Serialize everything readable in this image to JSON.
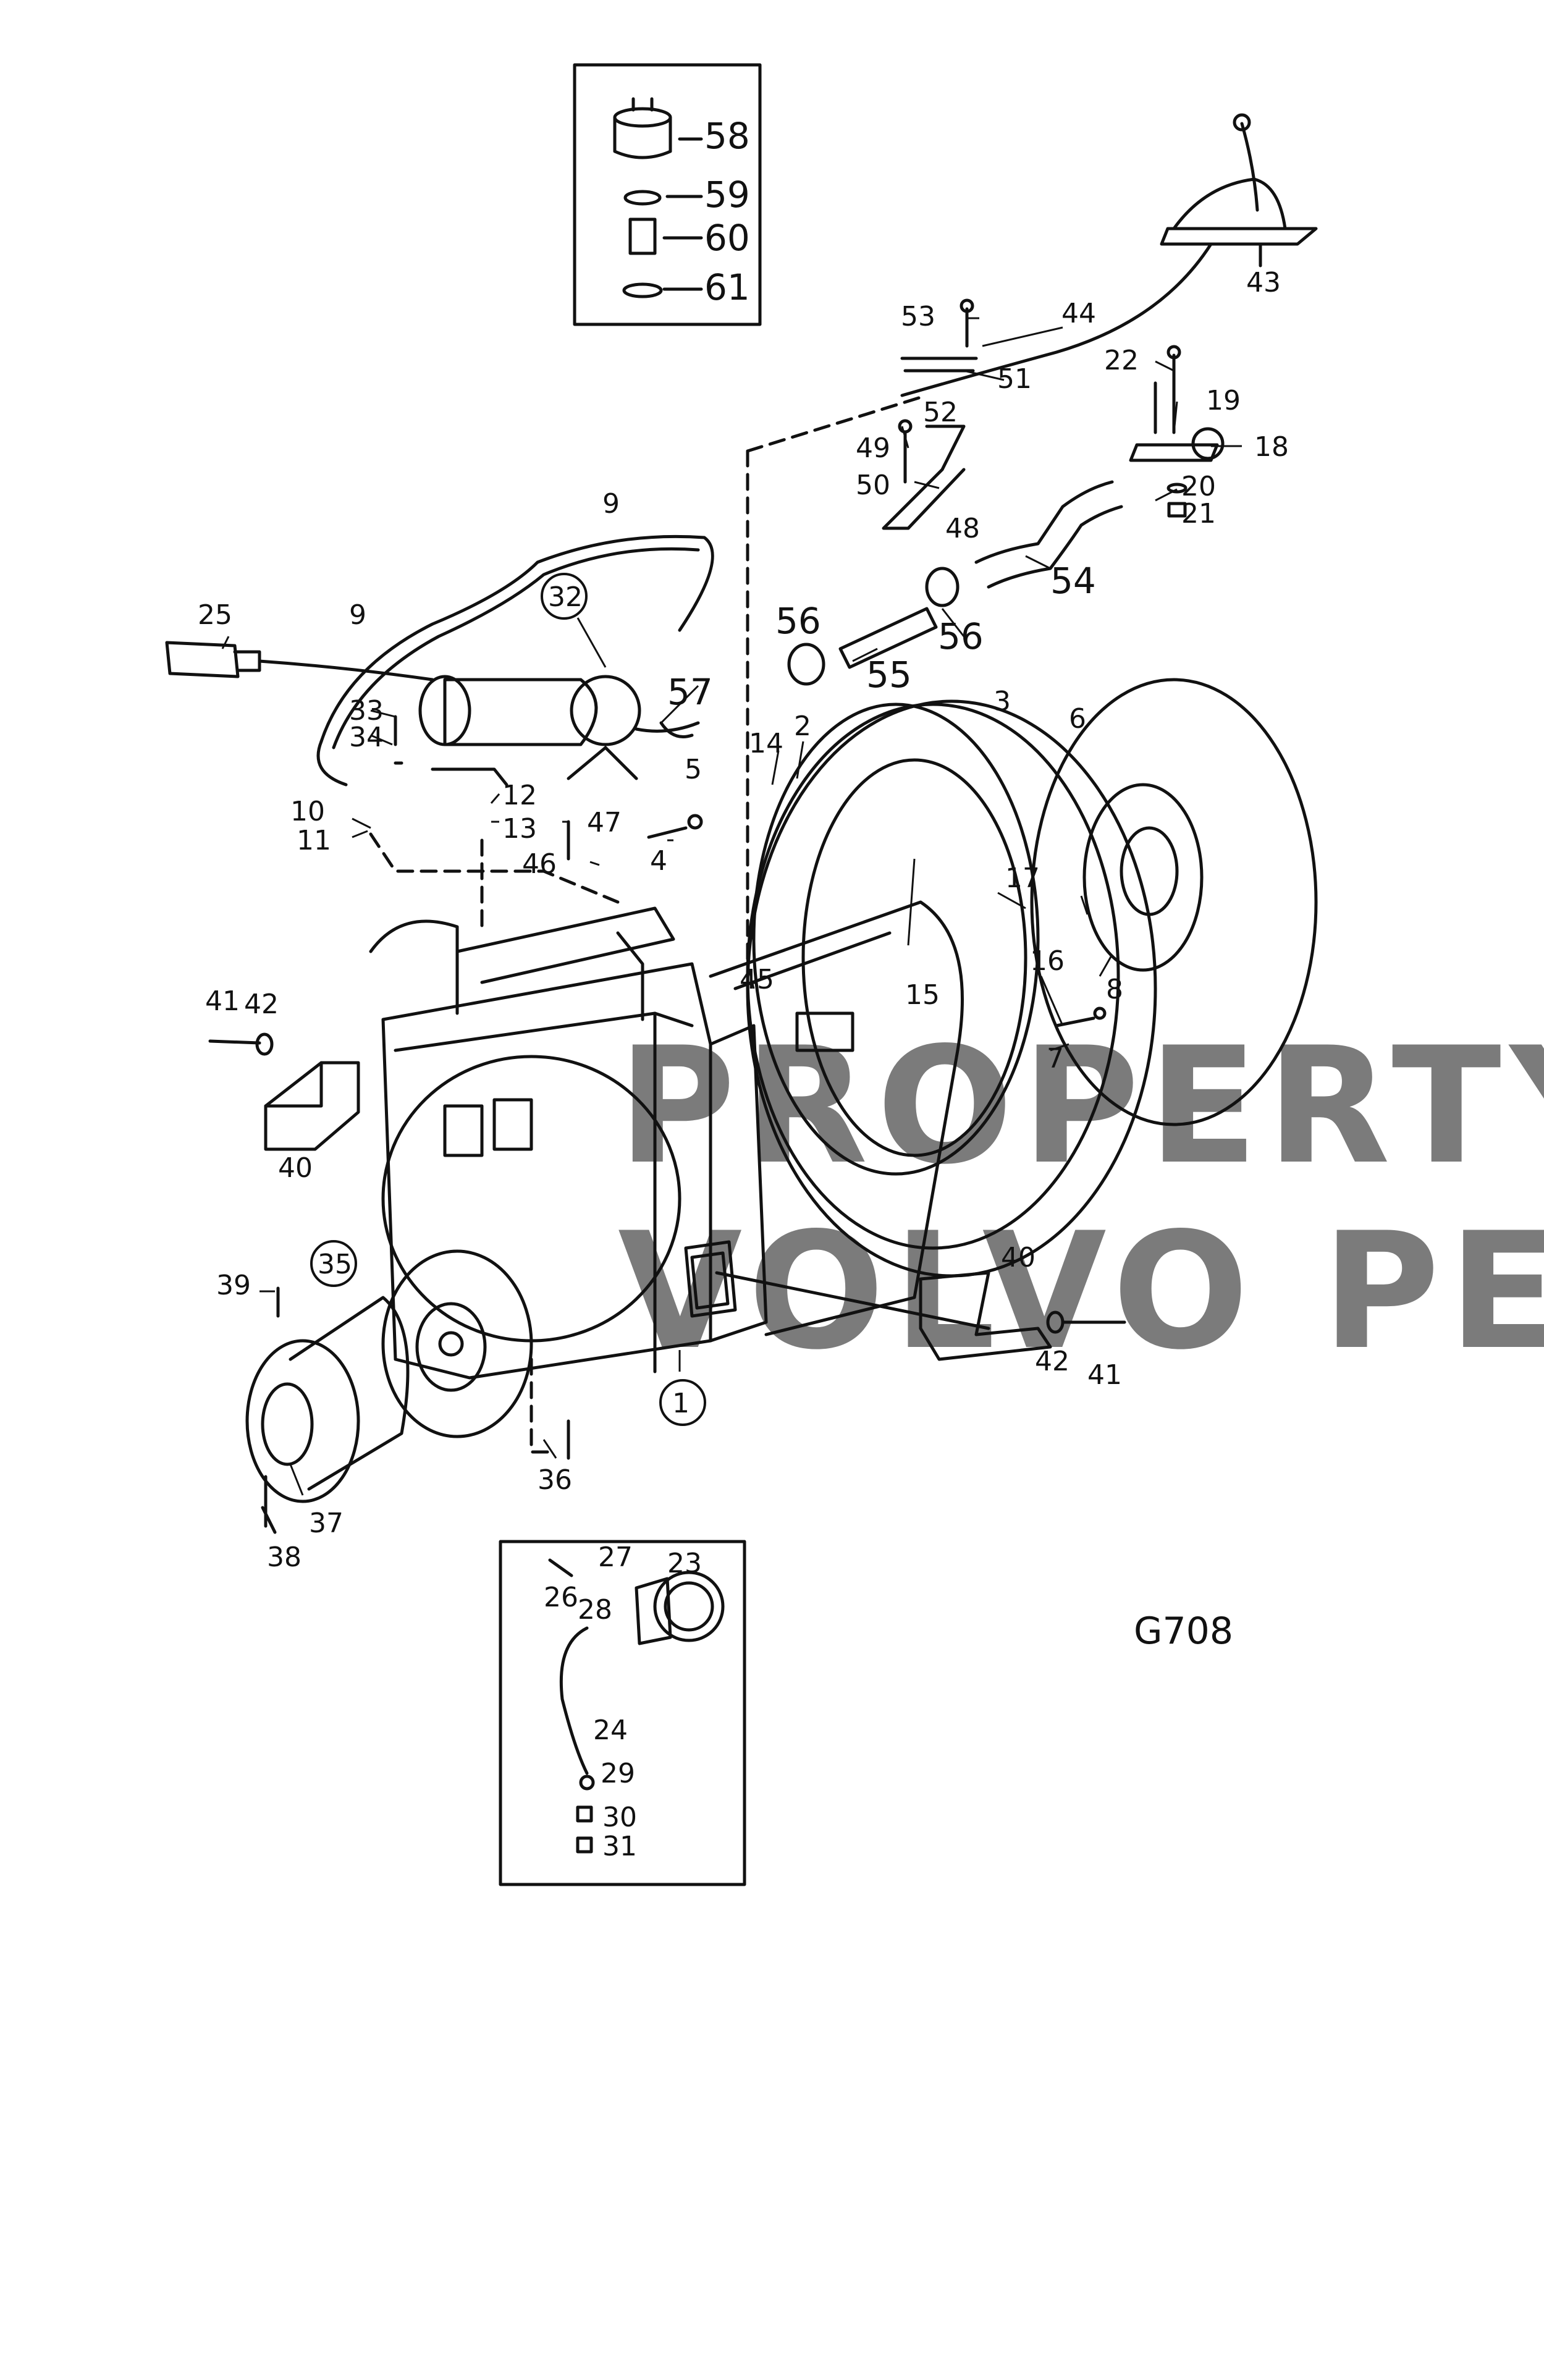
{
  "diagram": {
    "figure_number": "G708",
    "watermark": [
      "PROPERTY OF",
      "VOLVO PENTA"
    ],
    "colors": {
      "ink": "#111111",
      "paper": "#ffffff",
      "watermark": "#c9c9c9"
    },
    "callouts": {
      "n1": "1",
      "n2": "2",
      "n3": "3",
      "n4": "4",
      "n5": "5",
      "n6": "6",
      "n7": "7",
      "n8": "8",
      "n9a": "9",
      "n9b": "9",
      "n10": "10",
      "n11": "11",
      "n12": "12",
      "n13": "13",
      "n14": "14",
      "n15": "15",
      "n16": "16",
      "n17": "17",
      "n18": "18",
      "n19": "19",
      "n20": "20",
      "n21": "21",
      "n22": "22",
      "n23": "23",
      "n24": "24",
      "n25": "25",
      "n26": "26",
      "n27": "27",
      "n28": "28",
      "n29": "29",
      "n30": "30",
      "n31": "31",
      "n32": "32",
      "n33": "33",
      "n34": "34",
      "n35": "35",
      "n36": "36",
      "n37": "37",
      "n38": "38",
      "n39": "39",
      "n40a": "40",
      "n40b": "40",
      "n41a": "41",
      "n41b": "41",
      "n42a": "42",
      "n42b": "42",
      "n43": "43",
      "n44": "44",
      "n45": "45",
      "n46": "46",
      "n47": "47",
      "n48": "48",
      "n49": "49",
      "n50": "50",
      "n51": "51",
      "n52": "52",
      "n53": "53",
      "n54": "54",
      "n55": "55",
      "n56a": "56",
      "n56b": "56",
      "n57": "57",
      "n58": "58",
      "n59": "59",
      "n60": "60",
      "n61": "61"
    }
  }
}
